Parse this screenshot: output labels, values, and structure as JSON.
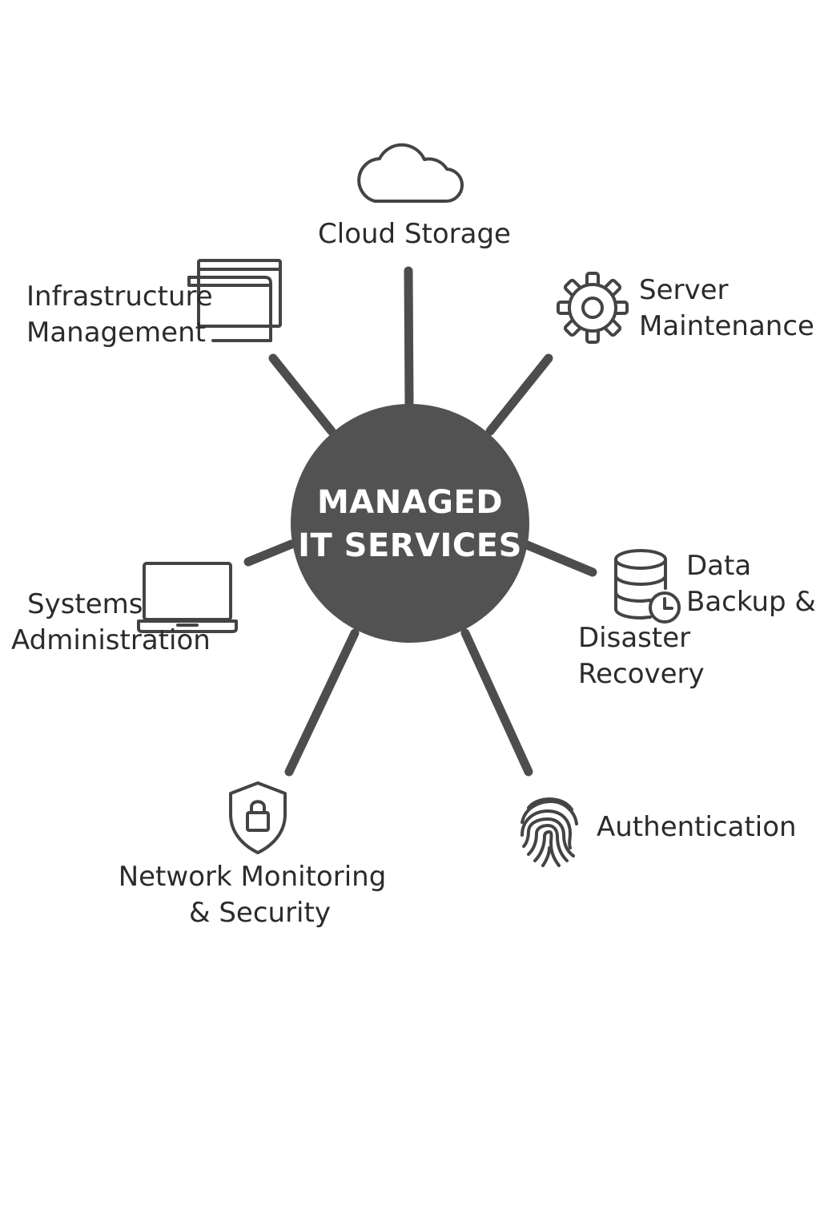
{
  "hub": {
    "line1": "MANAGED",
    "line2": "IT SERVICES"
  },
  "services": {
    "cloud_storage": {
      "label": "Cloud Storage",
      "icon": "cloud-icon"
    },
    "server_maintenance": {
      "line1": "Server",
      "line2": "Maintenance",
      "icon": "gear-icon"
    },
    "infrastructure_management": {
      "line1": "Infrastructure",
      "line2": "Management",
      "icon": "stacked-windows-icon"
    },
    "data_backup": {
      "line1": "Data",
      "line2": "Backup &",
      "line3": "Disaster Recovery",
      "icon": "database-clock-icon"
    },
    "systems_administration": {
      "line1": "Systems",
      "line2": "Administration",
      "icon": "laptop-icon"
    },
    "network_security": {
      "line1": "Network Monitoring",
      "line2": "& Security",
      "icon": "shield-lock-icon"
    },
    "authentication": {
      "label": "Authentication",
      "icon": "fingerprint-icon"
    }
  },
  "colors": {
    "hub_fill": "#525252",
    "spoke": "#4d4d4d",
    "icon_stroke": "#444444",
    "text": "#2b2b2b",
    "hub_text": "#ffffff"
  }
}
